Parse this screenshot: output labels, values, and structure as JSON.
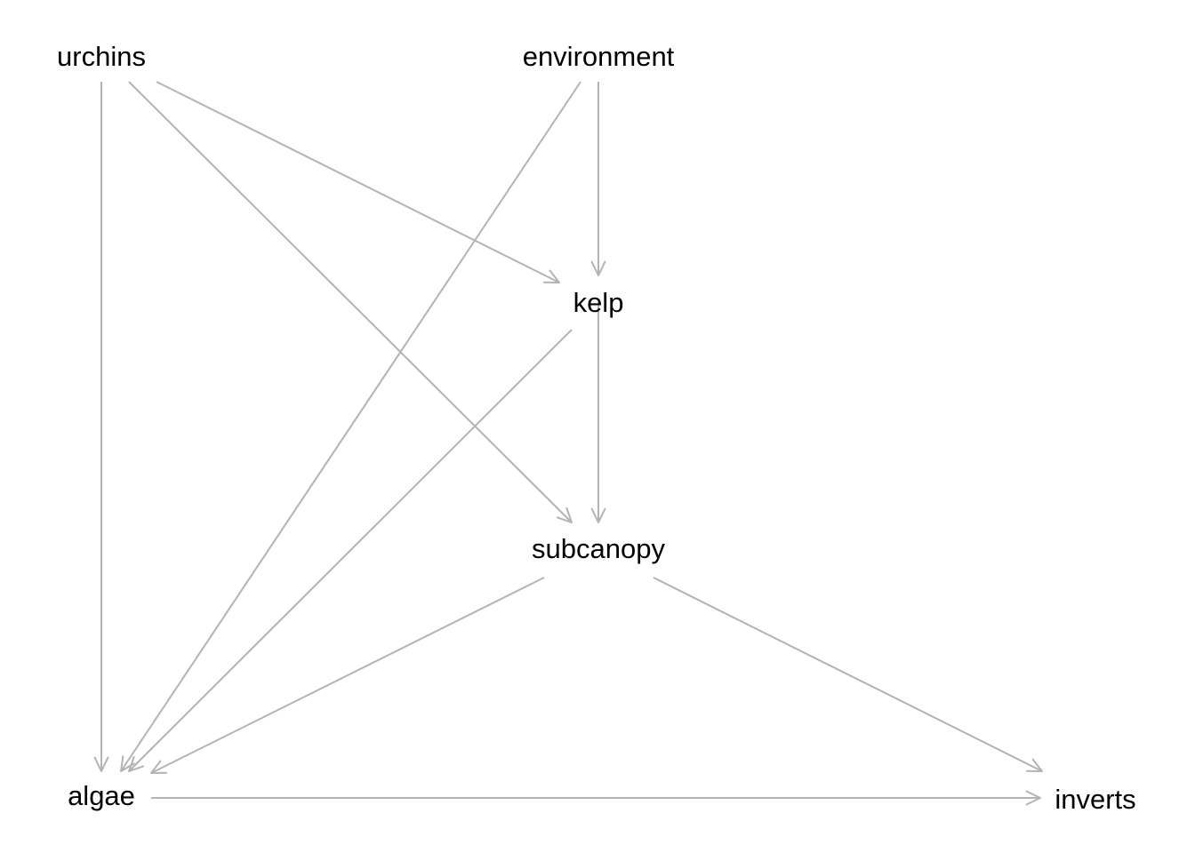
{
  "diagram": {
    "type": "directed-graph",
    "edge_color": "#b3b3b3",
    "text_color": "#000000",
    "background": "#ffffff",
    "nodes": [
      {
        "id": "urchins",
        "label": "urchins"
      },
      {
        "id": "environment",
        "label": "environment"
      },
      {
        "id": "kelp",
        "label": "kelp"
      },
      {
        "id": "subcanopy",
        "label": "subcanopy"
      },
      {
        "id": "algae",
        "label": "algae"
      },
      {
        "id": "inverts",
        "label": "inverts"
      }
    ],
    "edges": [
      {
        "from": "urchins",
        "to": "algae"
      },
      {
        "from": "urchins",
        "to": "subcanopy"
      },
      {
        "from": "urchins",
        "to": "kelp"
      },
      {
        "from": "environment",
        "to": "algae"
      },
      {
        "from": "environment",
        "to": "kelp"
      },
      {
        "from": "kelp",
        "to": "algae"
      },
      {
        "from": "kelp",
        "to": "subcanopy"
      },
      {
        "from": "subcanopy",
        "to": "algae"
      },
      {
        "from": "subcanopy",
        "to": "inverts"
      },
      {
        "from": "algae",
        "to": "inverts"
      }
    ]
  }
}
